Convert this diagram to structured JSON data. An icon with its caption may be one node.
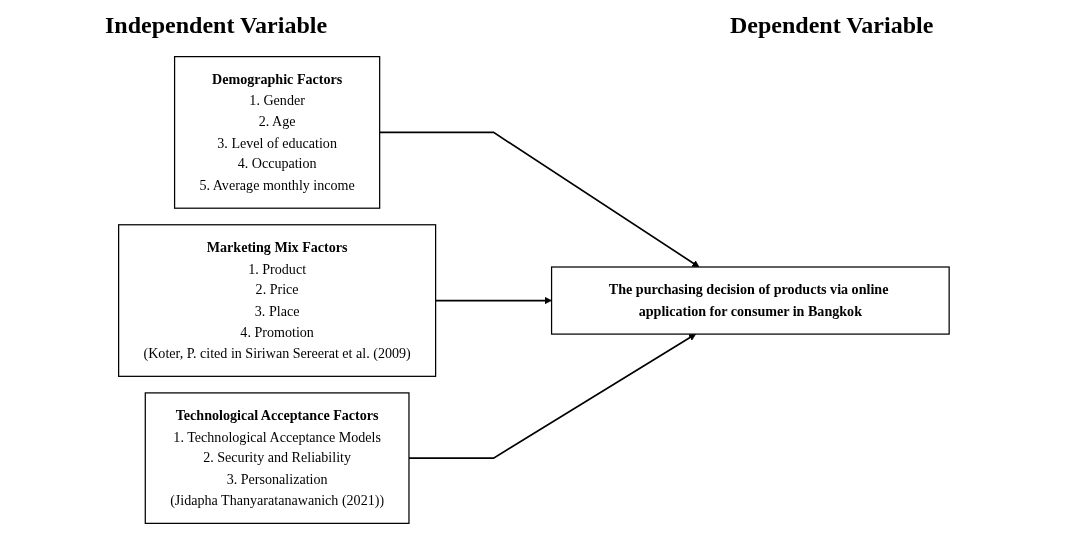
{
  "diagram": {
    "nodes": [
      {
        "text": [
          "Demographic Factors",
          "1. Gender",
          "2. Age",
          "3. Level of education",
          "4. Occupation",
          "5. Average monthly income"
        ]
      },
      {
        "text": [
          "Marketing Mix Factors",
          "1. Product",
          "2. Price",
          "3. Place",
          "4. Promotion",
          "(Koter, P. cited in Siriwan Sereerat et al. (2009)"
        ]
      },
      {
        "text": [
          "Technological Acceptance Factors",
          "1. Technological Acceptance Models",
          "2. Security and Reliability",
          "3. Personalization",
          "(Jidapha Thanyaratanawanich (2021))"
        ]
      },
      {
        "text": [
          "The purchasing decision of products via online application for consumer in Bangkok"
        ]
      }
    ],
    "edges": [
      {
        "from": 0,
        "to": 3,
        "arrow": "to"
      },
      {
        "from": 1,
        "to": 3,
        "arrow": "to"
      },
      {
        "from": 2,
        "to": 3,
        "arrow": "to"
      }
    ],
    "labels": [
      "Independent Variable",
      "Dependent Variable"
    ]
  }
}
